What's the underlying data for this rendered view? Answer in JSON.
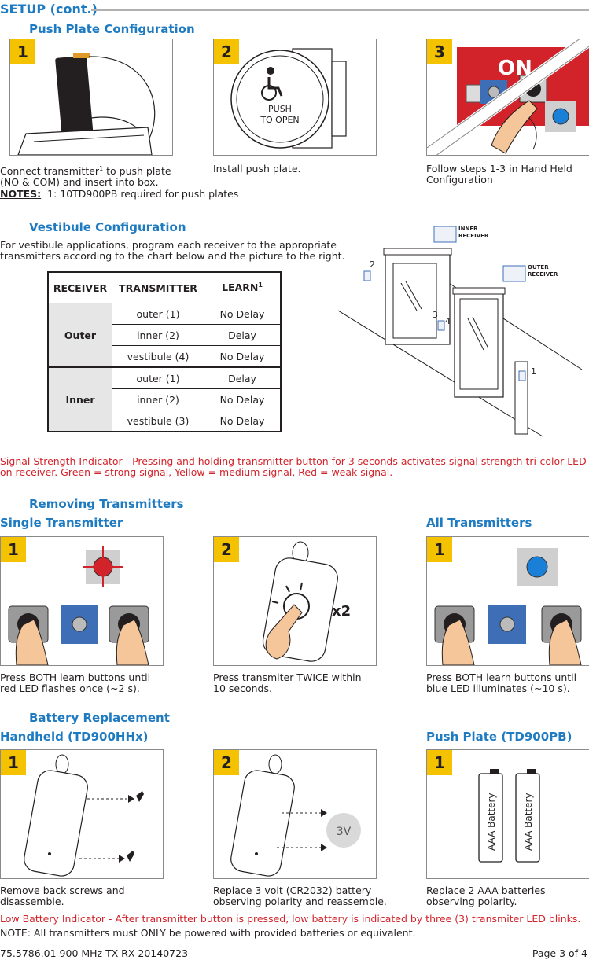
{
  "header": {
    "title": "SETUP (cont.)"
  },
  "push_plate": {
    "title": "Push Plate Configuration",
    "steps": [
      {
        "num": "1",
        "caption_line1": "Connect transmitter",
        "caption_sup": "1",
        "caption_line1b": " to push plate",
        "caption_line2": "(NO & COM) and insert into box."
      },
      {
        "num": "2",
        "caption_line1": "Install push plate."
      },
      {
        "num": "3",
        "caption_line1": "Follow steps 1-3 in Hand Held",
        "caption_line2": "Configuration",
        "on_text": "ON"
      }
    ],
    "notes_label": "NOTES:",
    "notes_text": "1: 10TD900PB required for push plates",
    "plate_text1": "PUSH",
    "plate_text2": "TO OPEN"
  },
  "vestibule": {
    "title": "Vestibule Configuration",
    "intro1": "For vestibule applications, program each receiver to the appropriate",
    "intro2": "transmitters according to the chart below and the picture to the right.",
    "table": {
      "headers": [
        "RECEIVER",
        "TRANSMITTER",
        "LEARN"
      ],
      "learn_sup": "1",
      "groups": [
        {
          "receiver": "Outer",
          "rows": [
            [
              "outer (1)",
              "No Delay"
            ],
            [
              "inner (2)",
              "Delay"
            ],
            [
              "vestibule (4)",
              "No Delay"
            ]
          ]
        },
        {
          "receiver": "Inner",
          "rows": [
            [
              "outer (1)",
              "Delay"
            ],
            [
              "inner (2)",
              "No Delay"
            ],
            [
              "vestibule (3)",
              "No Delay"
            ]
          ]
        }
      ]
    },
    "diagram": {
      "inner_receiver": [
        "INNER",
        "RECEIVER"
      ],
      "outer_receiver": [
        "OUTER",
        "RECEIVER"
      ],
      "labels": [
        "1",
        "2",
        "3",
        "4"
      ]
    },
    "signal1": "Signal Strength Indicator - Pressing and holding transmitter button for 3 seconds activates signal strength tri-color LED",
    "signal2": "on receiver.  Green = strong signal, Yellow = medium signal, Red = weak signal."
  },
  "removing": {
    "title": "Removing Transmitters",
    "single_title": "Single Transmitter",
    "all_title": "All Transmitters",
    "steps": [
      {
        "num": "1",
        "l1": "Press BOTH learn buttons until",
        "l2": "red LED flashes once (~2 s)."
      },
      {
        "num": "2",
        "l1": "Press transmiter TWICE within",
        "l2": "10 seconds.",
        "x2": "x2"
      },
      {
        "num": "1",
        "l1": "Press BOTH learn buttons until",
        "l2": "blue LED illuminates (~10 s)."
      }
    ]
  },
  "battery": {
    "title": "Battery Replacement",
    "handheld_title": "Handheld (TD900HHx)",
    "pushplate_title": "Push Plate (TD900PB)",
    "steps": [
      {
        "num": "1",
        "l1": "Remove back screws and",
        "l2": "disassemble."
      },
      {
        "num": "2",
        "l1": "Replace 3 volt (CR2032) battery",
        "l2": "observing polarity and reassemble.",
        "coin": "3V"
      },
      {
        "num": "1",
        "l1": "Replace 2 AAA batteries",
        "l2": "observing polarity.",
        "aaa": "AAA Battery"
      }
    ],
    "low1": "Low Battery Indicator - After transmitter button is pressed, low battery is indicated by three (3) transmiter LED blinks.",
    "note": "NOTE: All transmitters must ONLY be powered with provided batteries or equivalent."
  },
  "footer": {
    "left": "75.5786.01 900 MHz TX-RX 20140723",
    "right": "Page 3 of 4"
  },
  "colors": {
    "blue": "#1f7bc1",
    "red": "#d2232a",
    "yellow": "#f5c200",
    "skin": "#f5c69a",
    "switch_blue": "#3e6fb6",
    "led_red": "#d2232a",
    "led_blue": "#1a7fd6"
  }
}
